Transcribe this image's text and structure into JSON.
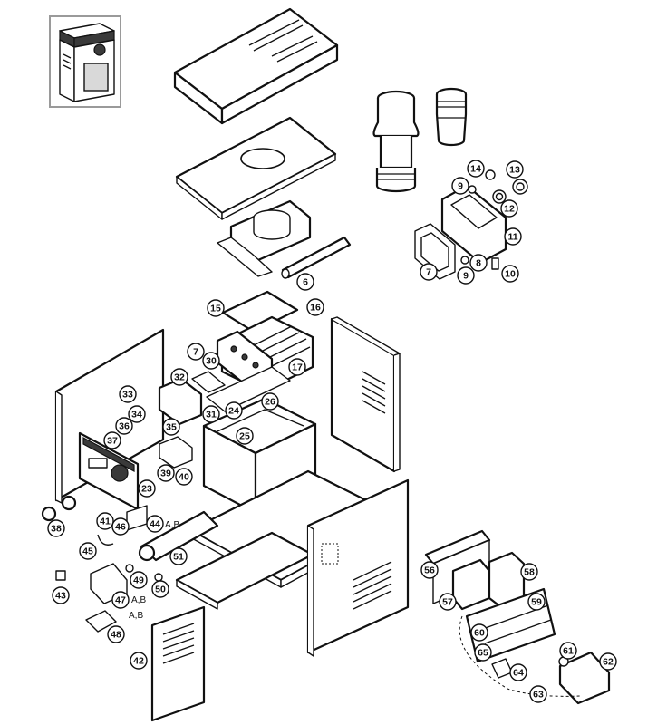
{
  "thumbnail": {
    "icon": "heater-unit-icon"
  },
  "callouts": [
    {
      "label": "6"
    },
    {
      "label": "7"
    },
    {
      "label": "8"
    },
    {
      "label": "9"
    },
    {
      "label": "9"
    },
    {
      "label": "10"
    },
    {
      "label": "11"
    },
    {
      "label": "12"
    },
    {
      "label": "13"
    },
    {
      "label": "14"
    },
    {
      "label": "15"
    },
    {
      "label": "16"
    },
    {
      "label": "17"
    },
    {
      "label": "7"
    },
    {
      "label": "30"
    },
    {
      "label": "32"
    },
    {
      "label": "33"
    },
    {
      "label": "34"
    },
    {
      "label": "31"
    },
    {
      "label": "24"
    },
    {
      "label": "26"
    },
    {
      "label": "35"
    },
    {
      "label": "36"
    },
    {
      "label": "37"
    },
    {
      "label": "25"
    },
    {
      "label": "39"
    },
    {
      "label": "40"
    },
    {
      "label": "23"
    },
    {
      "label": "38"
    },
    {
      "label": "41"
    },
    {
      "label": "46"
    },
    {
      "label": "44"
    },
    {
      "label": "45"
    },
    {
      "label": "51"
    },
    {
      "label": "49"
    },
    {
      "label": "50"
    },
    {
      "label": "43"
    },
    {
      "label": "47"
    },
    {
      "label": "48"
    },
    {
      "label": "42"
    },
    {
      "label": "56"
    },
    {
      "label": "58"
    },
    {
      "label": "57"
    },
    {
      "label": "59"
    },
    {
      "label": "60"
    },
    {
      "label": "65"
    },
    {
      "label": "61"
    },
    {
      "label": "62"
    },
    {
      "label": "64"
    },
    {
      "label": "63"
    }
  ],
  "suffixes": [
    {
      "text": "A,B"
    },
    {
      "text": "A,B"
    },
    {
      "text": "A,B"
    }
  ]
}
